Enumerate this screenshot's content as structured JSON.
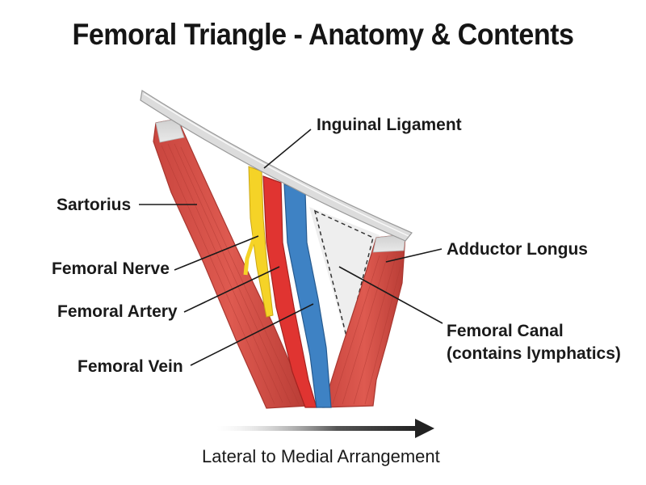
{
  "title": "Femoral Triangle - Anatomy & Contents",
  "labels": {
    "inguinal_ligament": "Inguinal Ligament",
    "sartorius": "Sartorius",
    "femoral_nerve": "Femoral Nerve",
    "femoral_artery": "Femoral Artery",
    "femoral_vein": "Femoral Vein",
    "adductor_longus": "Adductor Longus",
    "femoral_canal_line1": "Femoral Canal",
    "femoral_canal_line2": "(contains lymphatics)"
  },
  "axis": {
    "label": "Lateral to Medial Arrangement"
  },
  "colors": {
    "muscle": "#d9534a",
    "muscle_dark": "#b33a33",
    "nerve": "#f5d327",
    "artery": "#e03431",
    "vein": "#3e82c4",
    "ligament": "#d9d9d9",
    "canal": "#eeeeee"
  }
}
